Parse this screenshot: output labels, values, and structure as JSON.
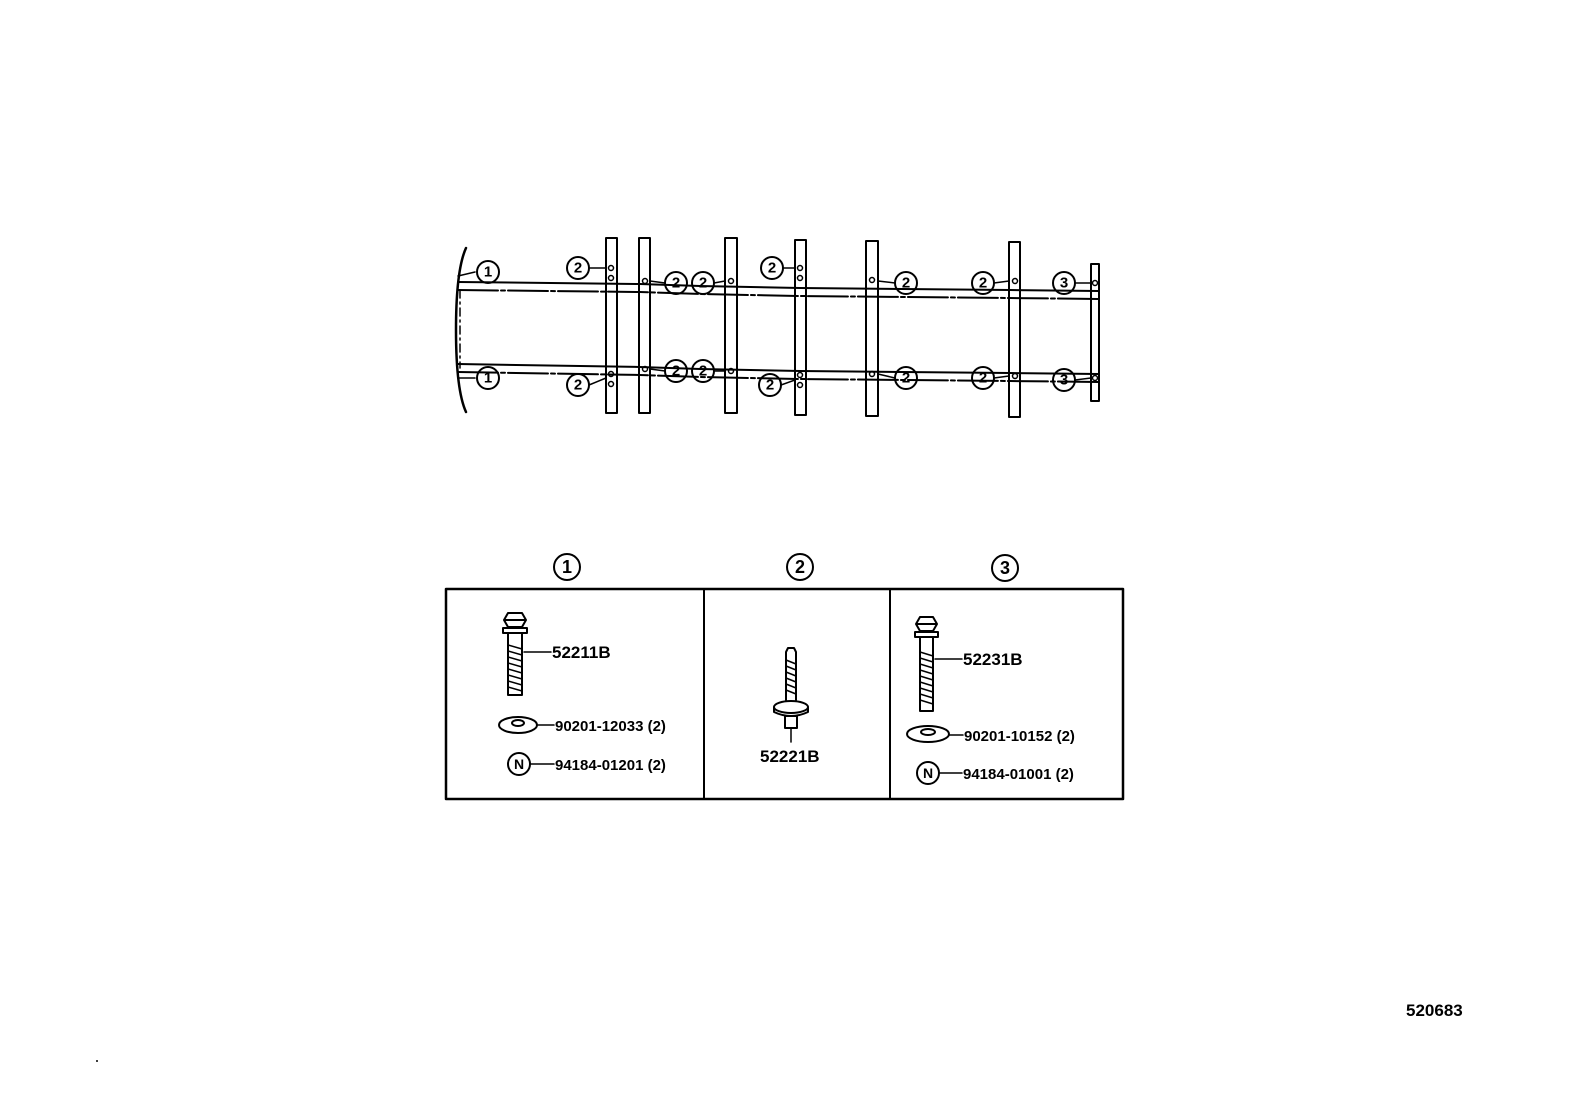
{
  "diagram": {
    "frame_callouts": {
      "bolt_1": "1",
      "bolt_2": "2",
      "bolt_3": "3"
    },
    "legend": {
      "groups": [
        {
          "key": "1",
          "parts": [
            {
              "kind": "bolt",
              "label": "52211B"
            },
            {
              "kind": "washer",
              "label": "90201-12033 (2)"
            },
            {
              "kind": "nut",
              "symbol": "N",
              "label": "94184-01201 (2)"
            }
          ]
        },
        {
          "key": "2",
          "parts": [
            {
              "kind": "stud",
              "label": "52221B"
            }
          ]
        },
        {
          "key": "3",
          "parts": [
            {
              "kind": "bolt",
              "label": "52231B"
            },
            {
              "kind": "washer",
              "label": "90201-10152 (2)"
            },
            {
              "kind": "nut",
              "symbol": "N",
              "label": "94184-01001 (2)"
            }
          ]
        }
      ]
    },
    "illustration_number": "520683"
  }
}
